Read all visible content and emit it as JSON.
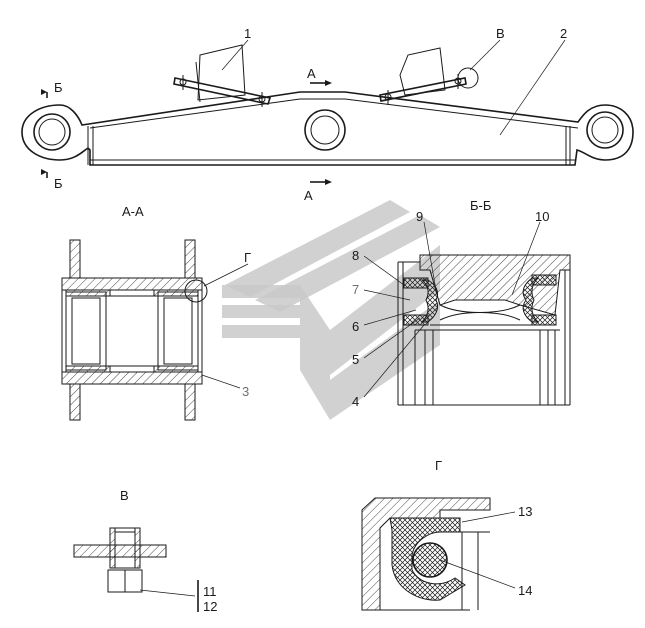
{
  "colors": {
    "line": "#1a1a1a",
    "watermark": "#c9c9c9",
    "background": "#ffffff"
  },
  "sections": {
    "aa": "А-А",
    "bb": "Б-Б",
    "v": "В",
    "g": "Г"
  },
  "markers": {
    "a_top": "А",
    "a_bottom": "А",
    "b_top": "Б",
    "b_bottom": "Б",
    "g_ref": "Г",
    "v_ref": "В"
  },
  "callouts": {
    "c1": "1",
    "c2": "2",
    "c3": "3",
    "c4": "4",
    "c5": "5",
    "c6": "6",
    "c7": "7",
    "c8": "8",
    "c9": "9",
    "c10": "10",
    "c11": "11",
    "c12": "12",
    "c13": "13",
    "c14": "14"
  }
}
